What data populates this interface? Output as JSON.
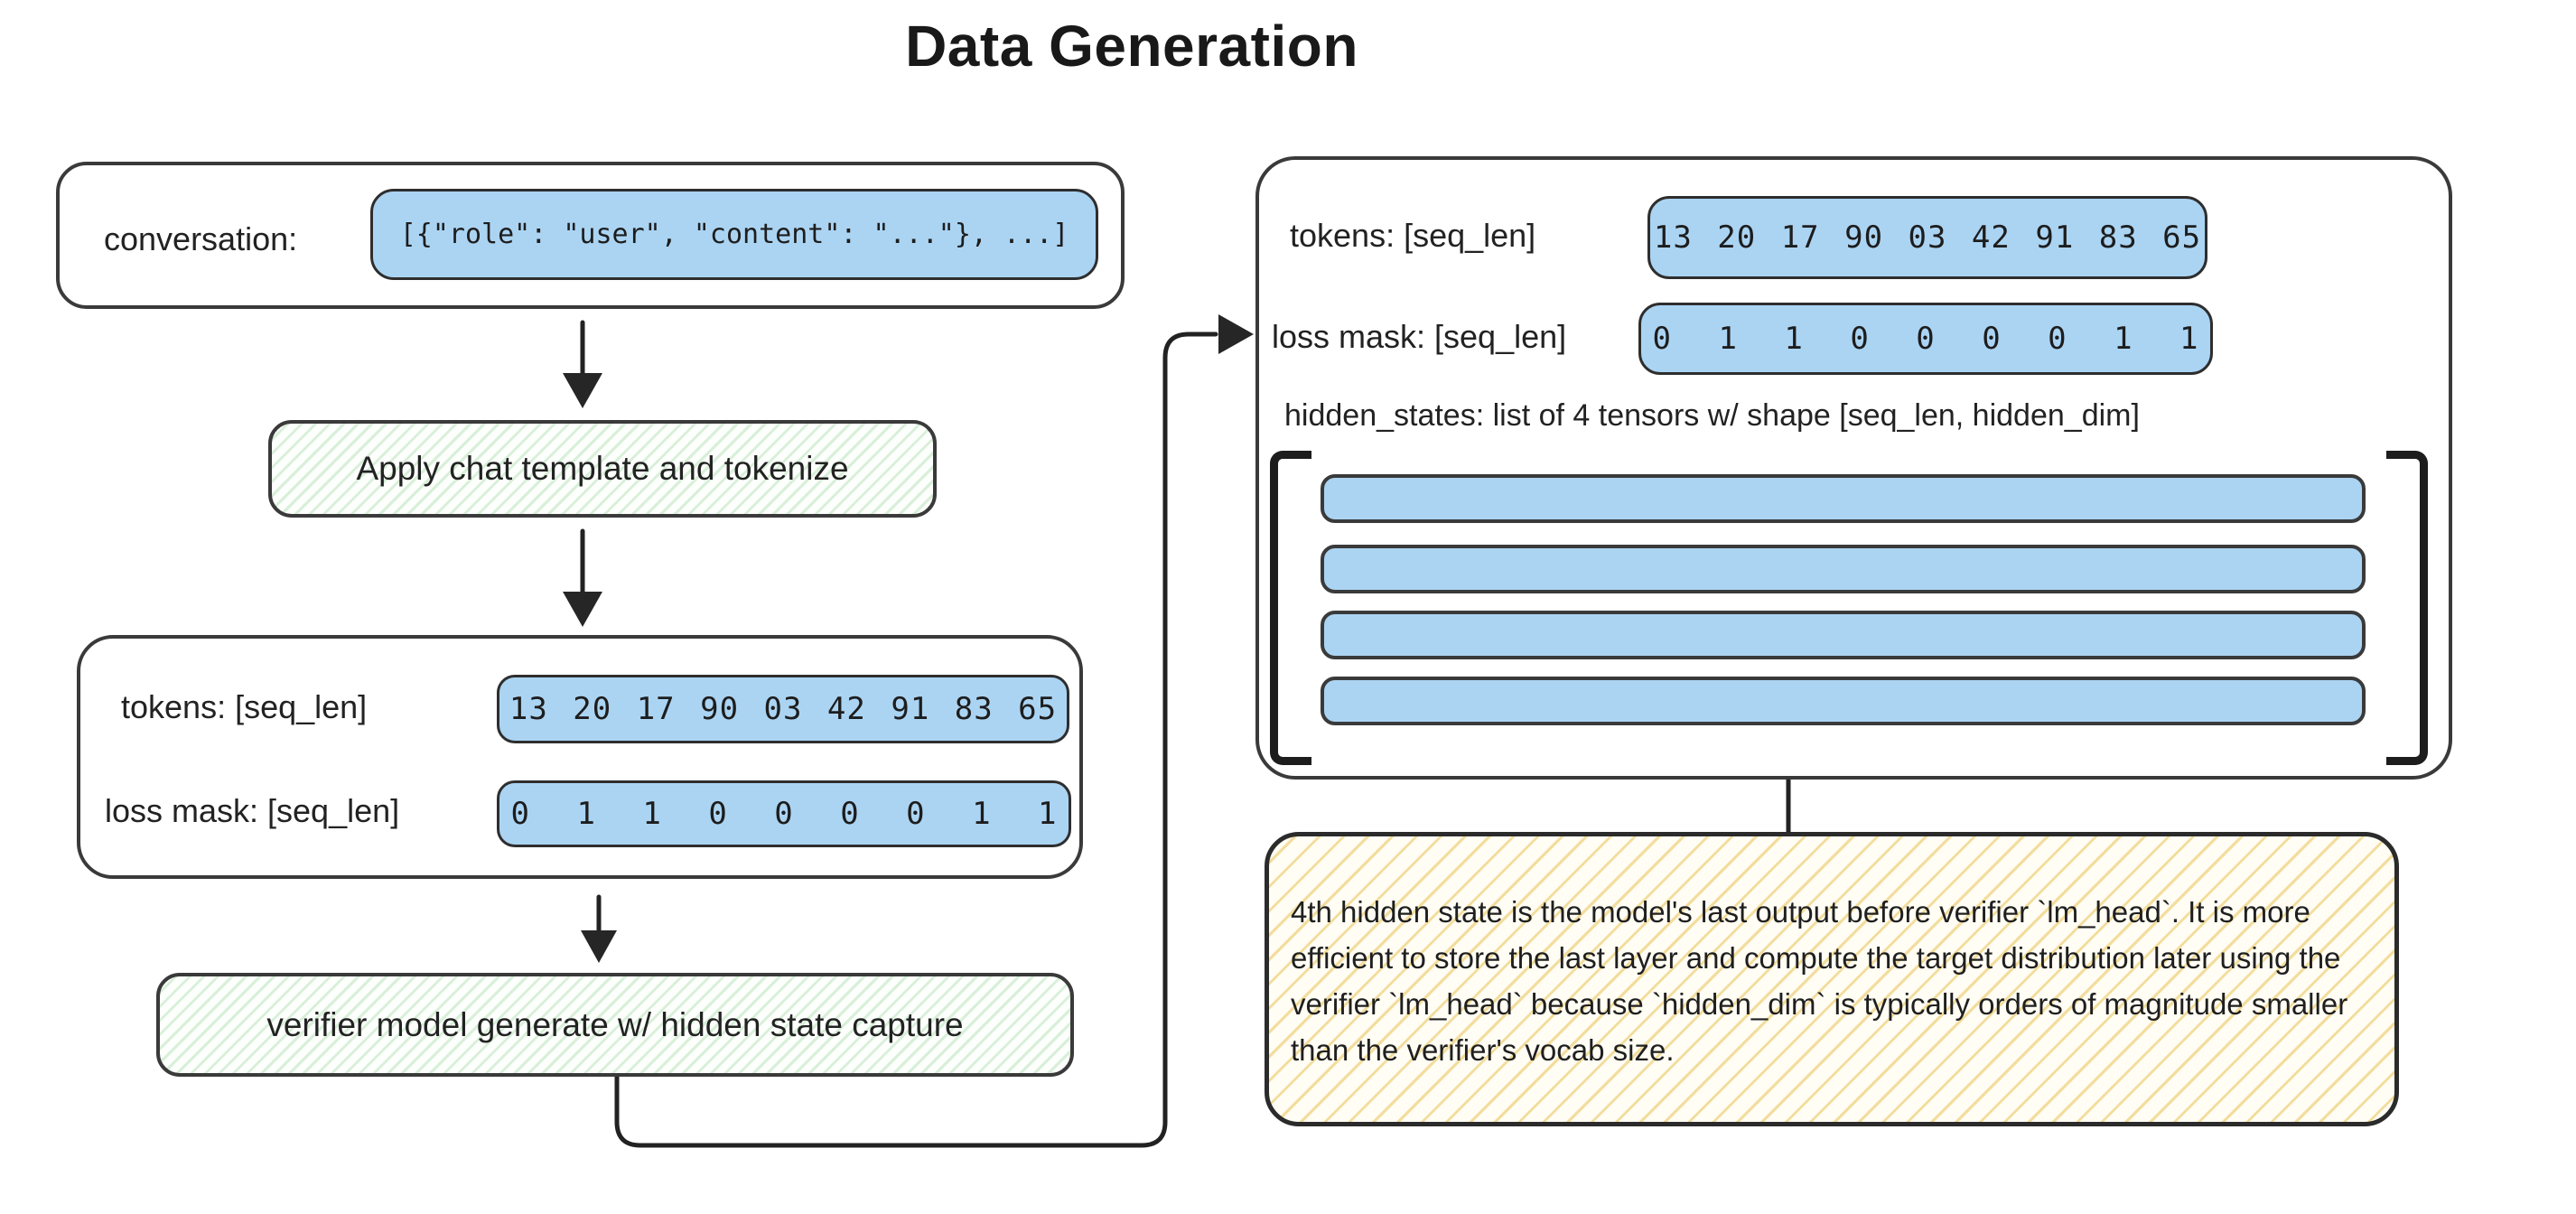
{
  "title": "Data Generation",
  "colors": {
    "pill_blue": "#abd4f3",
    "green_box_stripe": "#d9efd9",
    "yellow_note_stripe": "#f3dd9d",
    "stroke_dark": "#2e2e2e"
  },
  "left_flow": {
    "conversation_label": "conversation:",
    "conversation_value": "[{\"role\": \"user\", \"content\": \"...\"}, ...]",
    "step_apply_template": "Apply chat template and tokenize",
    "tokens_label": "tokens: [seq_len]",
    "tokens_values": "13 20 17 90 03 42 91 83 65",
    "loss_mask_label": "loss mask: [seq_len]",
    "loss_mask_values": "0 1 1 0 0 0 0 1 1",
    "step_verifier_generate": "verifier model generate w/ hidden state capture"
  },
  "right_panel": {
    "tokens_label": "tokens: [seq_len]",
    "tokens_values": "13 20 17 90 03 42 91 83 65",
    "loss_mask_label": "loss mask: [seq_len]",
    "loss_mask_values": "0 1 1 0 0 0 0 1 1",
    "hidden_states_label": "hidden_states: list of 4 tensors w/ shape [seq_len, hidden_dim]",
    "hidden_states_tensor_count": 4
  },
  "note": {
    "text": "4th hidden state is the model's last output before verifier `lm_head`. It is more efficient to store the last layer and compute the target distribution later using the verifier `lm_head` because `hidden_dim` is typically orders of magnitude smaller than the verifier's vocab size."
  }
}
